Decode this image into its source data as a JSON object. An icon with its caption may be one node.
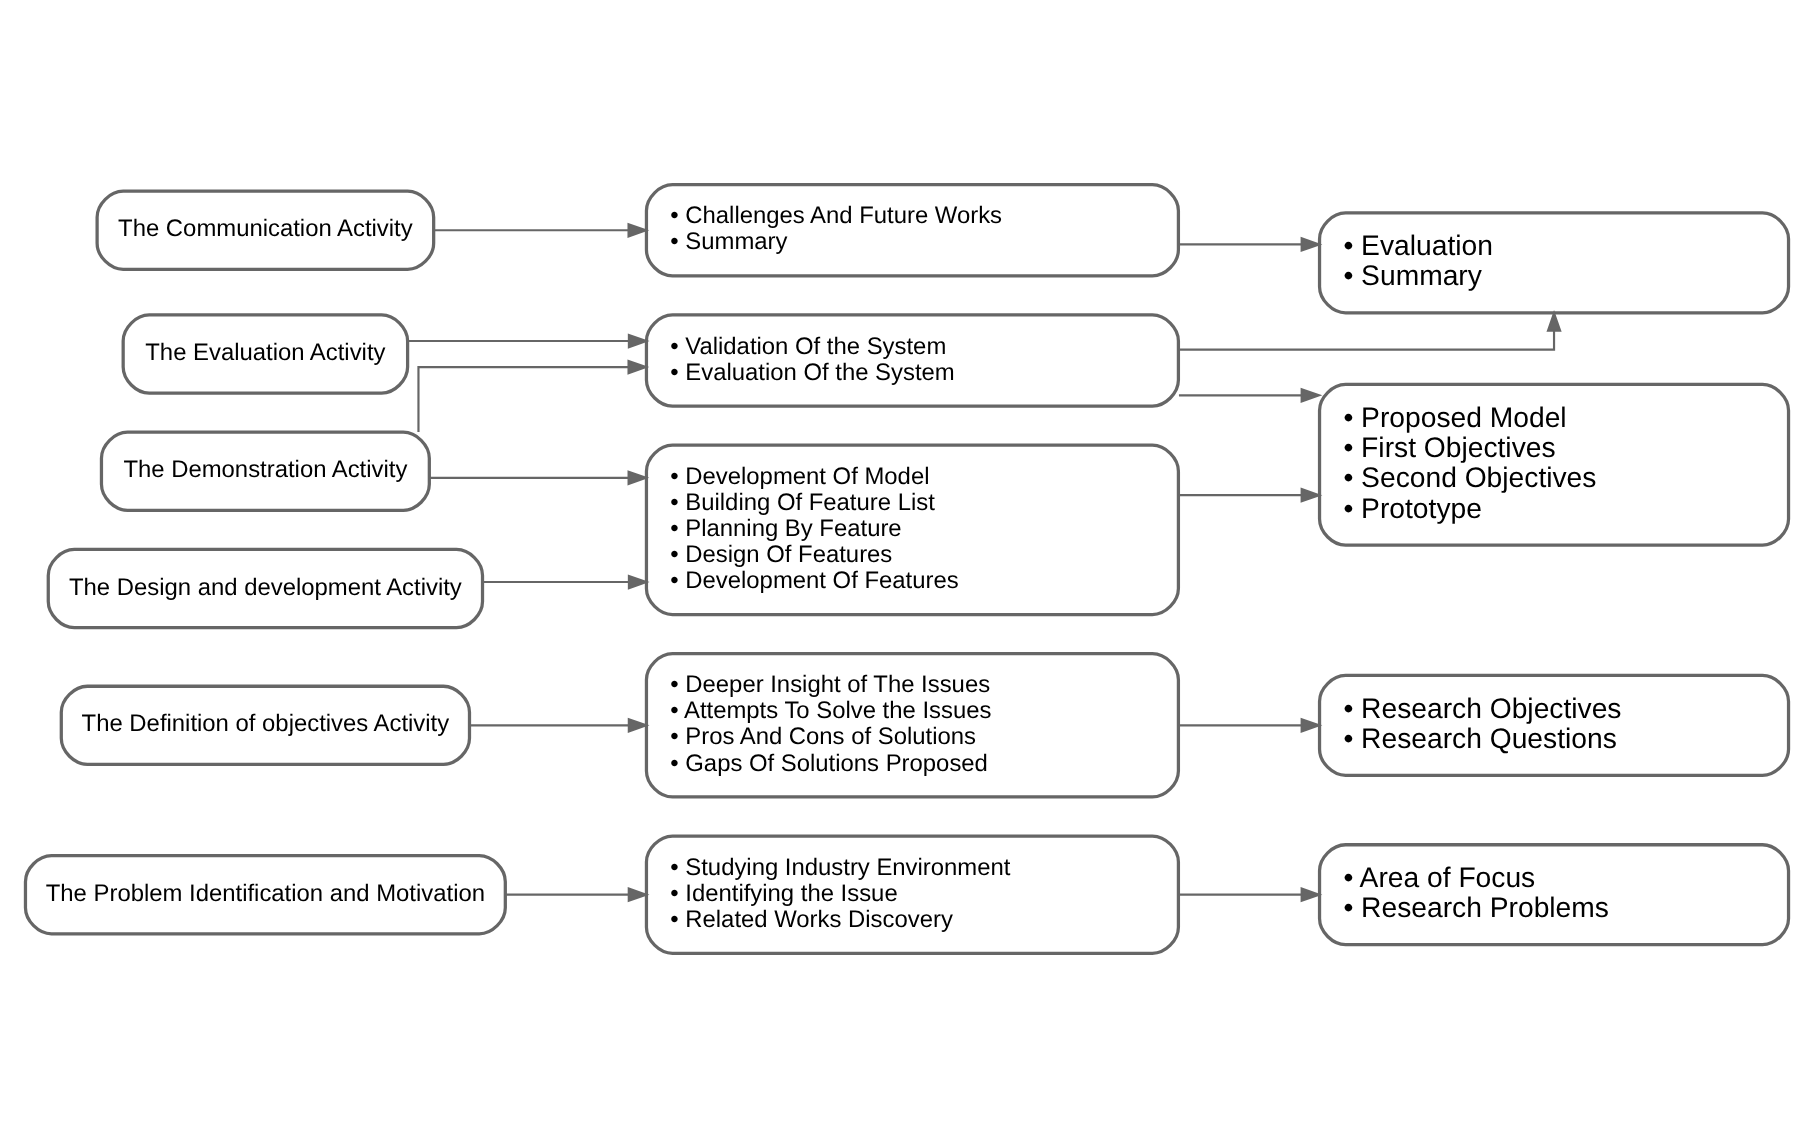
{
  "diagram": {
    "nodes": [
      {
        "text": [
          "The Problem Identification and Motivation"
        ]
      },
      {
        "text": [
          "• Studying Industry Environment",
          "• Identifying the Issue",
          "• Related Works Discovery"
        ]
      },
      {
        "text": [
          "• Area of Focus",
          "• Research Problems"
        ]
      },
      {
        "text": [
          "The Definition of objectives Activity"
        ]
      },
      {
        "text": [
          "• Deeper Insight of The Issues",
          "• Attempts To Solve the Issues",
          "• Pros And Cons of Solutions",
          "• Gaps Of Solutions Proposed"
        ]
      },
      {
        "text": [
          "• Research Objectives",
          "• Research Questions"
        ]
      },
      {
        "text": [
          "The Design and development Activity"
        ]
      },
      {
        "text": [
          "• Development Of Model",
          "• Building Of Feature List",
          "• Planning By Feature",
          "• Design Of Features",
          "• Development Of Features"
        ]
      },
      {
        "text": [
          "• Proposed Model",
          "• First Objectives",
          "• Second Objectives",
          "• Prototype"
        ]
      },
      {
        "text": [
          "The Demonstration Activity"
        ]
      },
      {
        "text": [
          "The Evaluation Activity"
        ]
      },
      {
        "text": [
          "• Validation Of the System",
          "• Evaluation Of the System"
        ]
      },
      {
        "text": [
          "The Communication Activity"
        ]
      },
      {
        "text": [
          "• Challenges And Future Works",
          "• Summary"
        ]
      },
      {
        "text": [
          "• Evaluation",
          "• Summary"
        ]
      }
    ],
    "edges": [
      {
        "from": 0,
        "to": 1,
        "arrow": "to"
      },
      {
        "from": 1,
        "to": 2,
        "arrow": "to"
      },
      {
        "from": 3,
        "to": 4,
        "arrow": "to"
      },
      {
        "from": 4,
        "to": 5,
        "arrow": "to"
      },
      {
        "from": 6,
        "to": 7,
        "arrow": "to"
      },
      {
        "from": 9,
        "to": 7,
        "arrow": "to"
      },
      {
        "from": 9,
        "to": 11,
        "arrow": "to"
      },
      {
        "from": 10,
        "to": 11,
        "arrow": "to"
      },
      {
        "from": 7,
        "to": 8,
        "arrow": "to"
      },
      {
        "from": 11,
        "to": 8,
        "arrow": "to"
      },
      {
        "from": 11,
        "to": 14,
        "arrow": "to"
      },
      {
        "from": 12,
        "to": 13,
        "arrow": "to"
      },
      {
        "from": 13,
        "to": 14,
        "arrow": "to"
      }
    ]
  }
}
